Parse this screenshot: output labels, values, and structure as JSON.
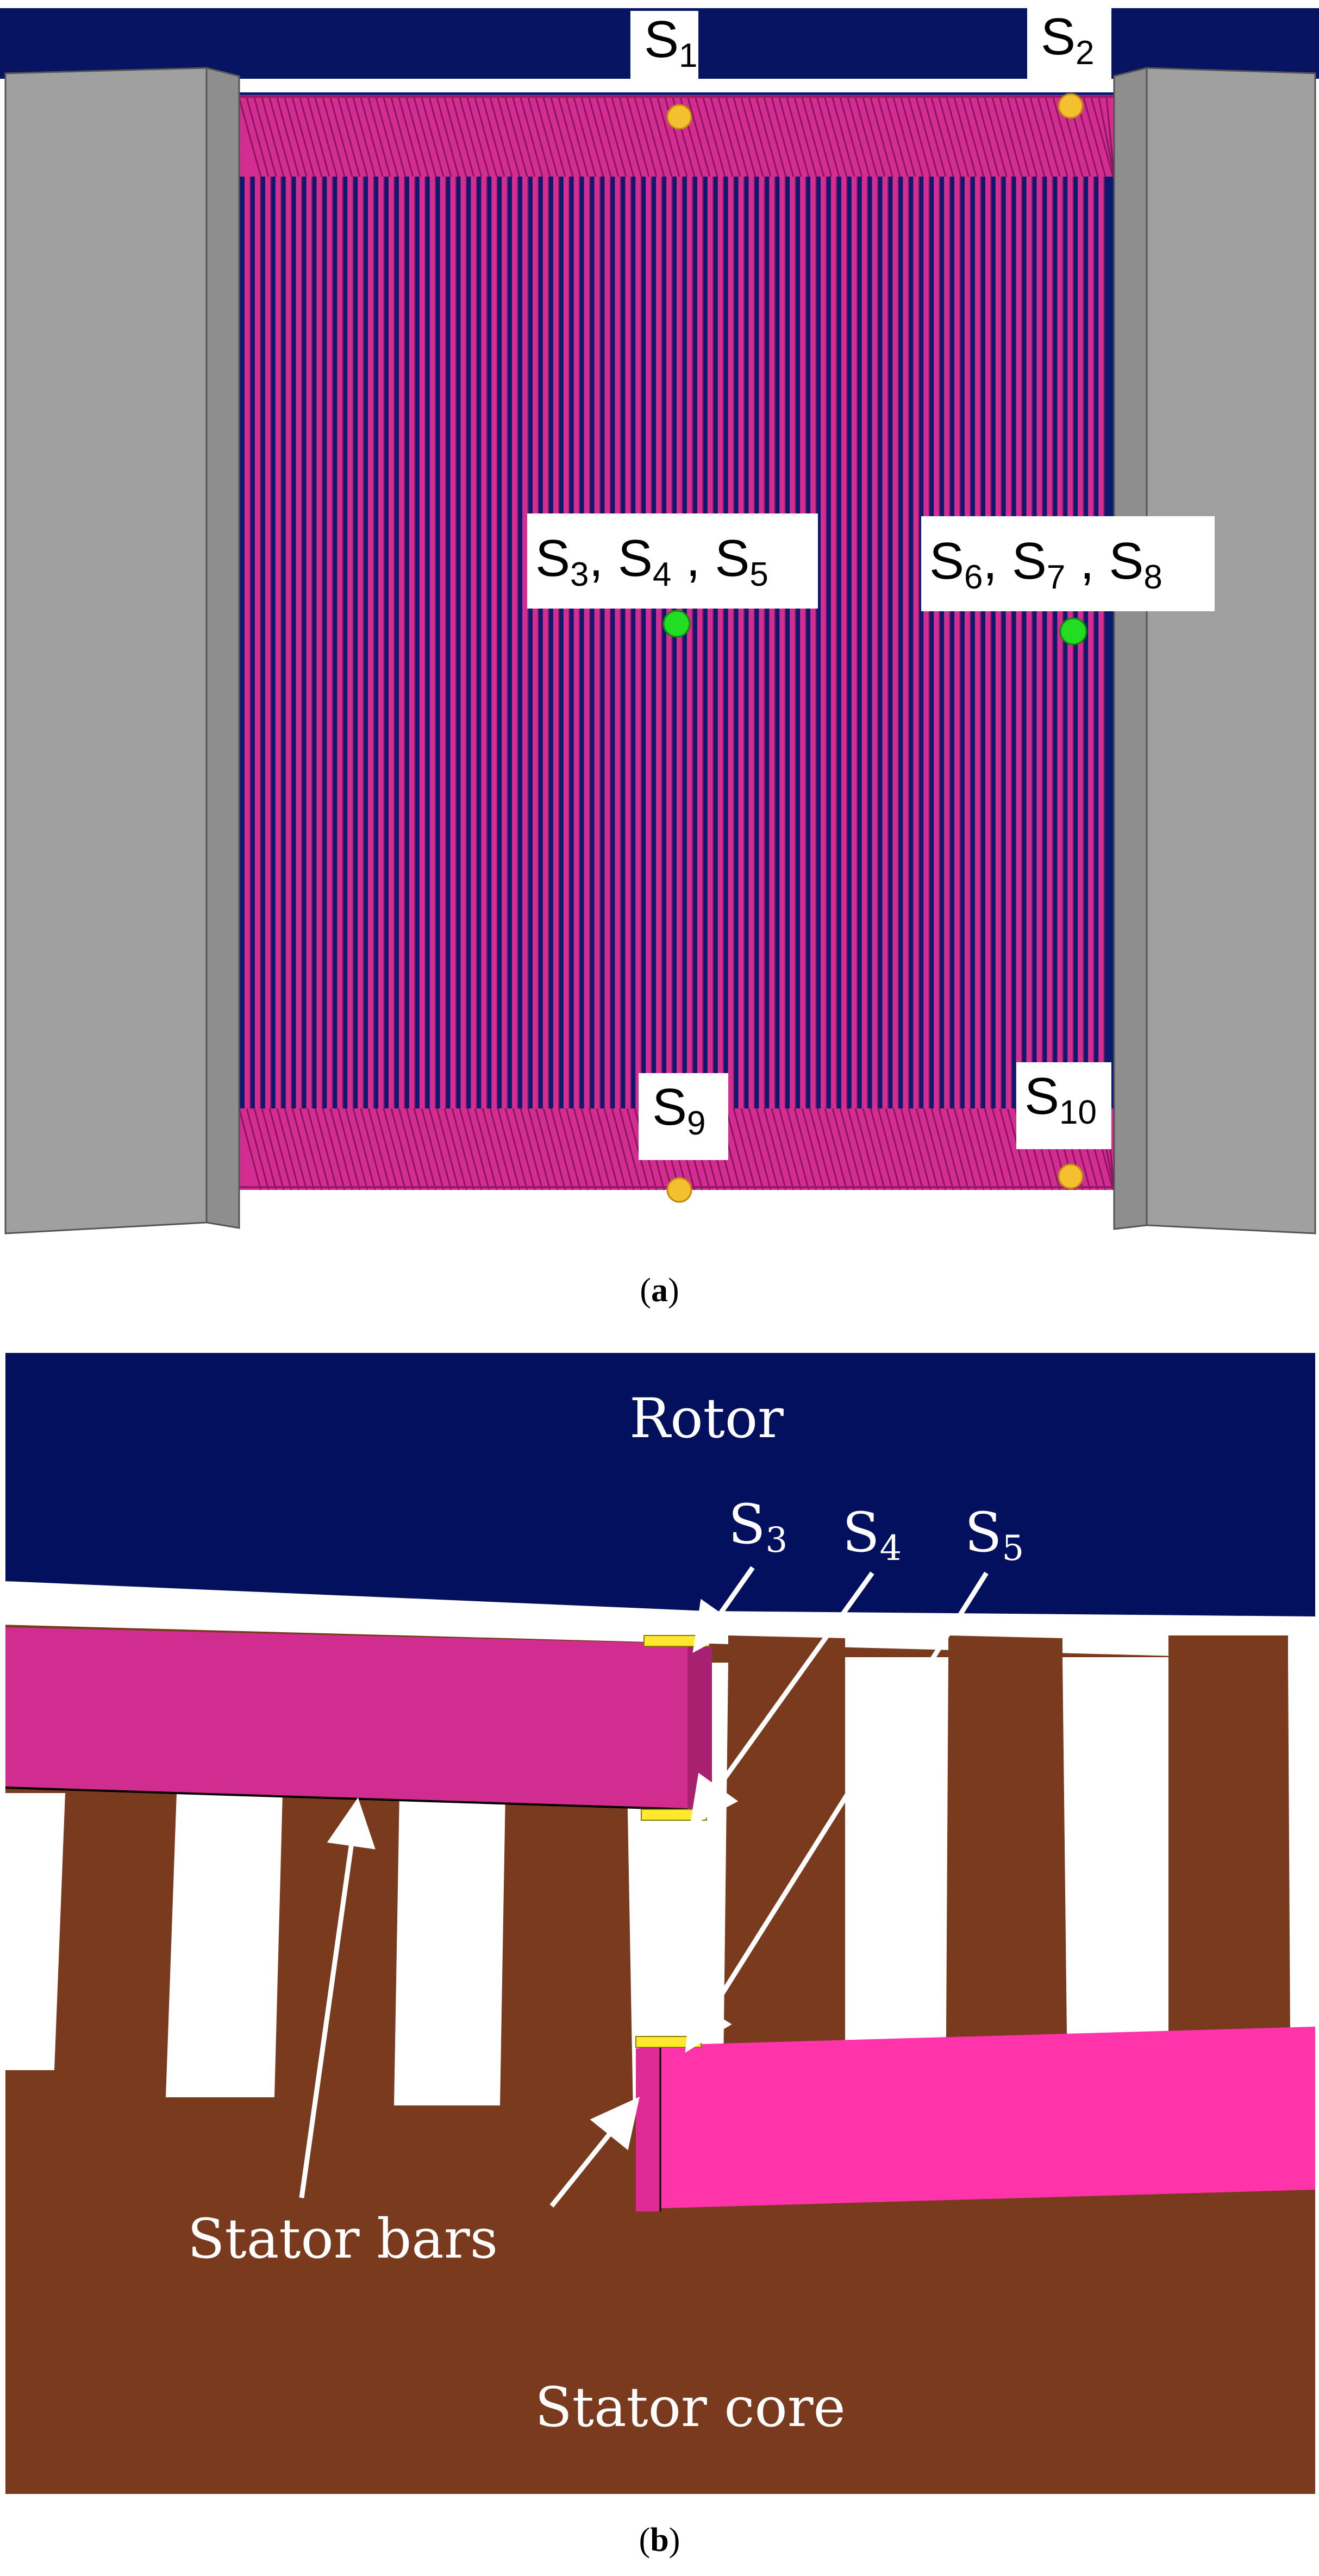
{
  "figure_a": {
    "caption_letter": "a",
    "colors": {
      "rotor": "#061461",
      "winding": "#d42d91",
      "frame": "#a0a0a0",
      "sensor_end": "#f5c030",
      "sensor_mid": "#22dd22"
    },
    "sensors": [
      {
        "id": "s1",
        "base": "S",
        "sub": "1",
        "kind": "end"
      },
      {
        "id": "s2",
        "base": "S",
        "sub": "2",
        "kind": "end"
      },
      {
        "id": "s345",
        "base": "S",
        "sub": "3",
        "base2": ", S",
        "sub2": "4",
        "base3": " , S",
        "sub3": "5",
        "kind": "mid"
      },
      {
        "id": "s678",
        "base": "S",
        "sub": "6",
        "base2": ", S",
        "sub2": "7",
        "base3": " , S",
        "sub3": "8",
        "kind": "mid"
      },
      {
        "id": "s9",
        "base": "S",
        "sub": "9",
        "kind": "end"
      },
      {
        "id": "s10",
        "base": "S",
        "sub": "10",
        "kind": "end"
      }
    ]
  },
  "figure_b": {
    "caption_letter": "b",
    "rotor_label": "Rotor",
    "stator_bars_label": "Stator bars",
    "stator_core_label": "Stator core",
    "sensor_labels": [
      {
        "base": "S",
        "sub": "3"
      },
      {
        "base": "S",
        "sub": "4"
      },
      {
        "base": "S",
        "sub": "5"
      }
    ],
    "colors": {
      "rotor": "#03105e",
      "core": "#7a3a1e",
      "bar_top": "#d12d90",
      "bar_bottom": "#ff33aa",
      "sensor": "#ffe82e"
    }
  }
}
